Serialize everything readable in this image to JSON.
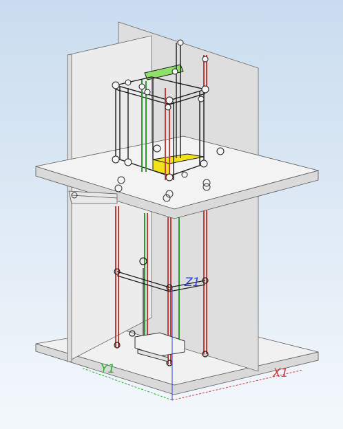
{
  "viewport": {
    "background_top": "#c9dcef",
    "background_bottom": "#f4f8fc"
  },
  "axes": {
    "x_label": "X1",
    "y_label": "Y1",
    "z_label": "Z1",
    "x_color": "#cc3b3b",
    "y_color": "#27b327",
    "z_color": "#2c3fd6"
  },
  "colors": {
    "wall": "#eaeaea",
    "wall_shadow": "#d3d3d3",
    "slab_top": "#f1f1f1",
    "slab_edge": "#dcdcdc",
    "red_rail": "#c23c3c",
    "green_rail": "#2e9b2e",
    "yellow_floor": "#f2e21c",
    "green_beam": "#8ee06b",
    "line": "#1a1a1a"
  }
}
